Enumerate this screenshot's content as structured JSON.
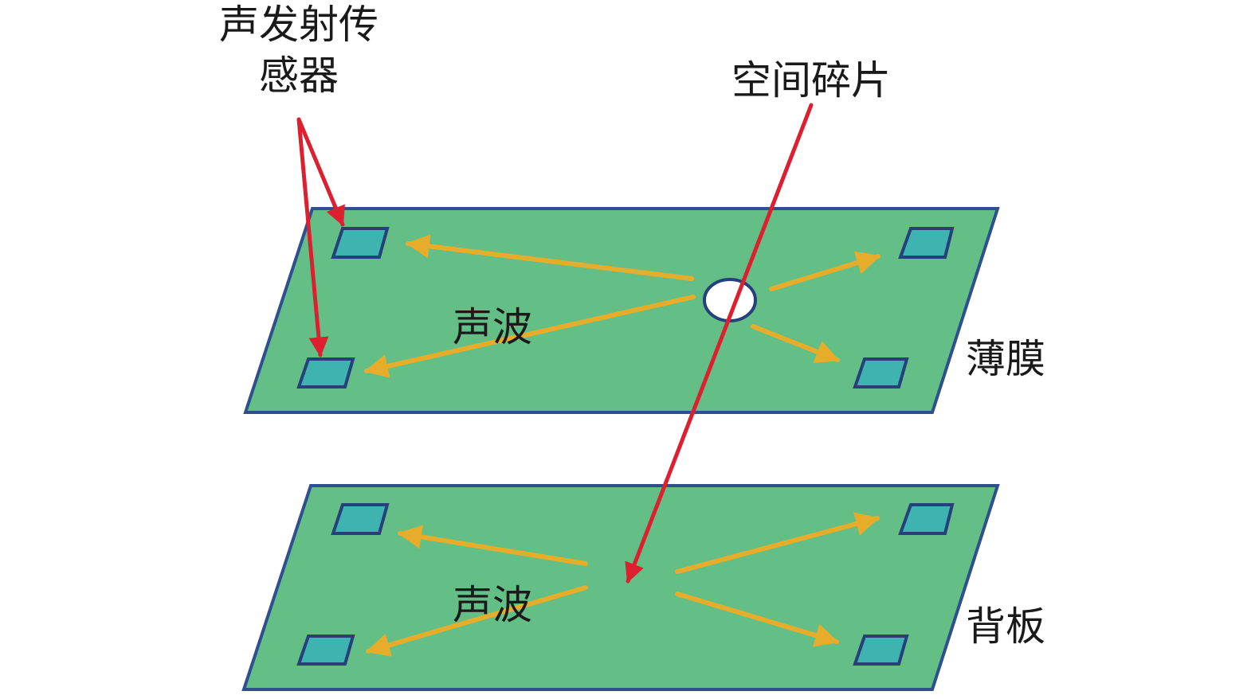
{
  "labels": {
    "sensor_line1": "声发射传",
    "sensor_line2": "感器",
    "debris": "空间碎片",
    "wave_top": "声波",
    "wave_bottom": "声波",
    "film": "薄膜",
    "backplate": "背板"
  },
  "colors": {
    "plate_fill": "#63bf86",
    "plate_stroke": "#2f4f8f",
    "sensor_fill": "#3fb3b0",
    "sensor_stroke": "#25407a",
    "wave_arrow": "#e7ad2a",
    "pointer_arrow": "#dd2030",
    "hole_fill": "#ffffff"
  }
}
